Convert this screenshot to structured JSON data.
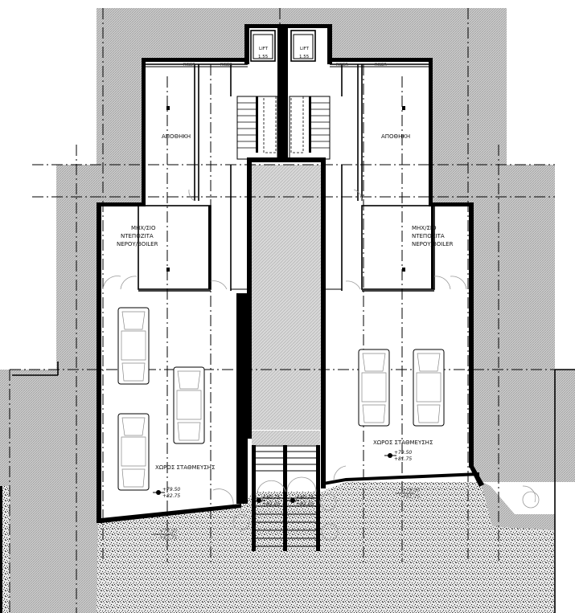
{
  "drawing": {
    "type": "architectural floor plan",
    "level": "basement / parking level",
    "colors": {
      "walls": "#000000",
      "hatch_ground": "#bdbdbd",
      "gravel": "#d9d9d9",
      "background": "#ffffff"
    }
  },
  "lifts": [
    {
      "label": "LIFT",
      "dimension": "1.55"
    },
    {
      "label": "LIFT",
      "dimension": "1.55"
    }
  ],
  "risers": [
    {
      "label": "RISER"
    },
    {
      "label": "RISER"
    },
    {
      "label": "RISER"
    },
    {
      "label": "RISER"
    }
  ],
  "rooms": {
    "storage_left": "ΑΠΟΘΗΚΗ",
    "storage_right": "ΑΠΟΘΗΚΗ",
    "mech_left": {
      "line1": "ΜΗΧ/ΣΙΟ",
      "line2": "ΝΤΕΠΟΖΙΤΑ",
      "line3": "ΝΕΡΟΥ/BOILER"
    },
    "mech_right": {
      "line1": "ΜΗΧ/ΣΙΟ",
      "line2": "ΝΤΕΠΟΖΙΤΑ",
      "line3": "ΝΕΡΟΥ/BOILER"
    },
    "parking_left": "ΧΩΡΟΣ ΣΤΑΘΜΕΥΣΗΣ",
    "parking_right": "ΧΩΡΟΣ ΣΤΑΘΜΕΥΣΗΣ"
  },
  "levels": {
    "parking_left": {
      "top": "+79.50",
      "bottom": "+82.75"
    },
    "parking_right": {
      "top": "+79.50",
      "bottom": "+81.75"
    },
    "entry_left": {
      "top": "+80.75",
      "bottom": "+82.25"
    },
    "entry_right": {
      "top": "+80.75",
      "bottom": "+82.25"
    },
    "ext_right": {
      "top": "+79.50",
      "bottom": "+81.75"
    },
    "ext_left": {
      "top": "+79.50",
      "bottom": "+82.75"
    }
  },
  "cars": {
    "left_count": 3,
    "right_count": 2
  }
}
